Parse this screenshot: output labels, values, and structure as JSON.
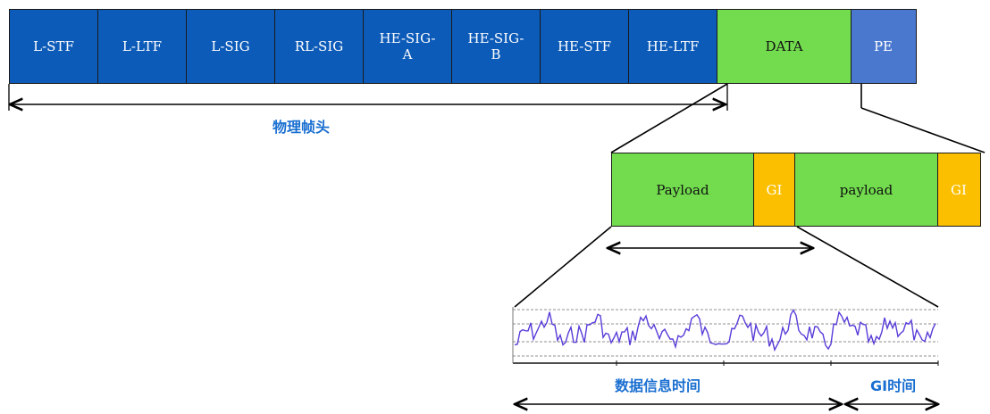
{
  "frame_fields": [
    {
      "label": "L-STF",
      "width": 100,
      "color": "blue"
    },
    {
      "label": "L-LTF",
      "width": 101,
      "color": "blue"
    },
    {
      "label": "L-SIG",
      "width": 100,
      "color": "blue"
    },
    {
      "label": "RL-SIG",
      "width": 101,
      "color": "blue"
    },
    {
      "label": "HE-SIG-\nA",
      "width": 100,
      "color": "blue"
    },
    {
      "label": "HE-SIG-\nB",
      "width": 101,
      "color": "blue"
    },
    {
      "label": "HE-STF",
      "width": 100,
      "color": "blue"
    },
    {
      "label": "HE-LTF",
      "width": 101,
      "color": "blue"
    },
    {
      "label": "DATA",
      "width": 151,
      "color": "green"
    },
    {
      "label": "PE",
      "width": 74,
      "color": "pe"
    }
  ],
  "header_label": "物理帧头",
  "data_fields": [
    {
      "label": "Payload",
      "width": 160,
      "color": "green"
    },
    {
      "label": "GI",
      "width": 48,
      "color": "gi"
    },
    {
      "label": "payload",
      "width": 161,
      "color": "green"
    },
    {
      "label": "GI",
      "width": 49,
      "color": "gi"
    }
  ],
  "time_labels": {
    "data_time": "数据信息时间",
    "gi_time": "GI时间"
  },
  "colors": {
    "blue": "#0d5bb8",
    "green": "#72dc4e",
    "pe": "#4a78cf",
    "gi": "#fbbf00",
    "label": "#1a6fd1",
    "wave": "#5a3cd8"
  }
}
